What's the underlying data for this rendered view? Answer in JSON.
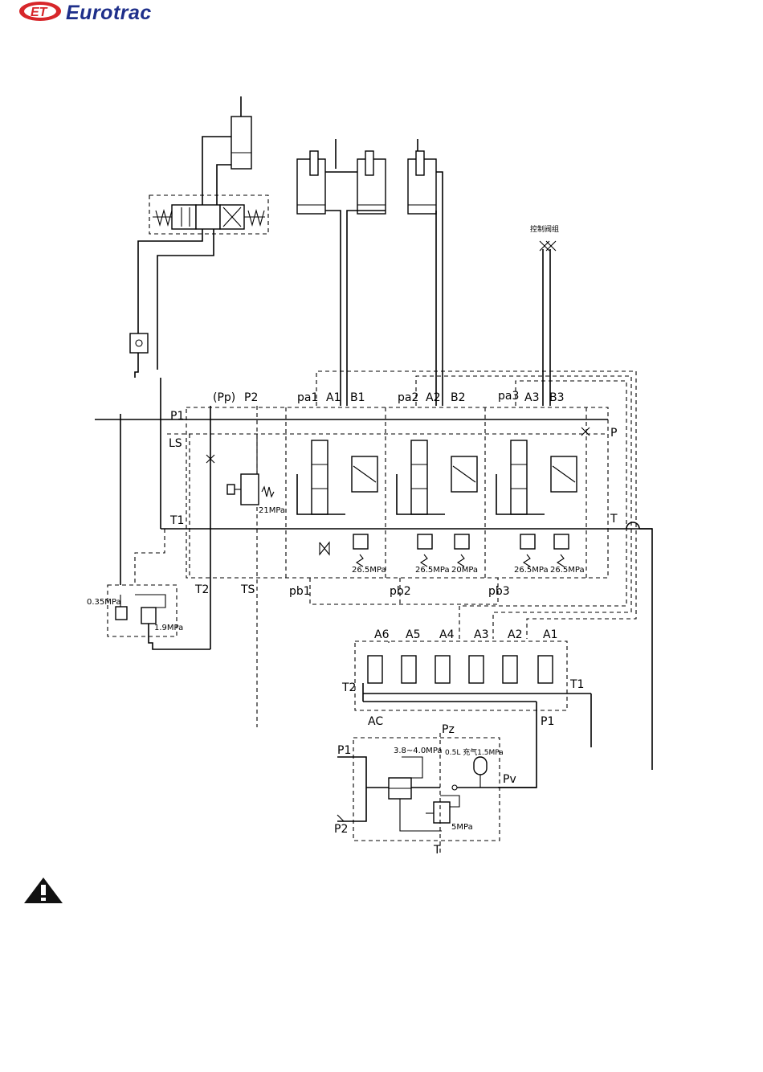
{
  "brand": {
    "name": "Eurotrac",
    "logo_letters": "ET",
    "logo_color": "#d7262a",
    "text_color": "#1e2f8a"
  },
  "main_block": {
    "ports_top": [
      "P1",
      "(Pp)",
      "P2",
      "pa1",
      "A1",
      "B1",
      "pa2",
      "A2",
      "B2",
      "pa3",
      "A3",
      "B3"
    ],
    "ports_left": [
      "LS",
      "T1"
    ],
    "ports_right": [
      "P",
      "T"
    ],
    "ports_bottom": [
      "T2",
      "TS",
      "pb1",
      "pb2",
      "pb3"
    ],
    "pressures": [
      "21MPa",
      "26.5MPa",
      "26.5MPa",
      "20MPa",
      "26.5MPa",
      "26.5MPa"
    ]
  },
  "lower_left_valve": {
    "pressures": [
      "0.35MPa",
      "1.9MPa"
    ]
  },
  "pilot_block": {
    "ports_top": [
      "A6",
      "A5",
      "A4",
      "A3",
      "A2",
      "A1"
    ],
    "ports_side": [
      "T2",
      "T1"
    ],
    "ports_bottom": [
      "AC",
      "P1"
    ]
  },
  "supply_block": {
    "ports": [
      "Pz",
      "P1",
      "P2",
      "Pv",
      "T"
    ],
    "pressures": [
      "3.8~4.0MPa",
      "0.5L 充气1.5MPa",
      "5MPa"
    ]
  },
  "top_label": "控制阀组",
  "warning": {
    "icon": "warning-triangle-icon"
  }
}
